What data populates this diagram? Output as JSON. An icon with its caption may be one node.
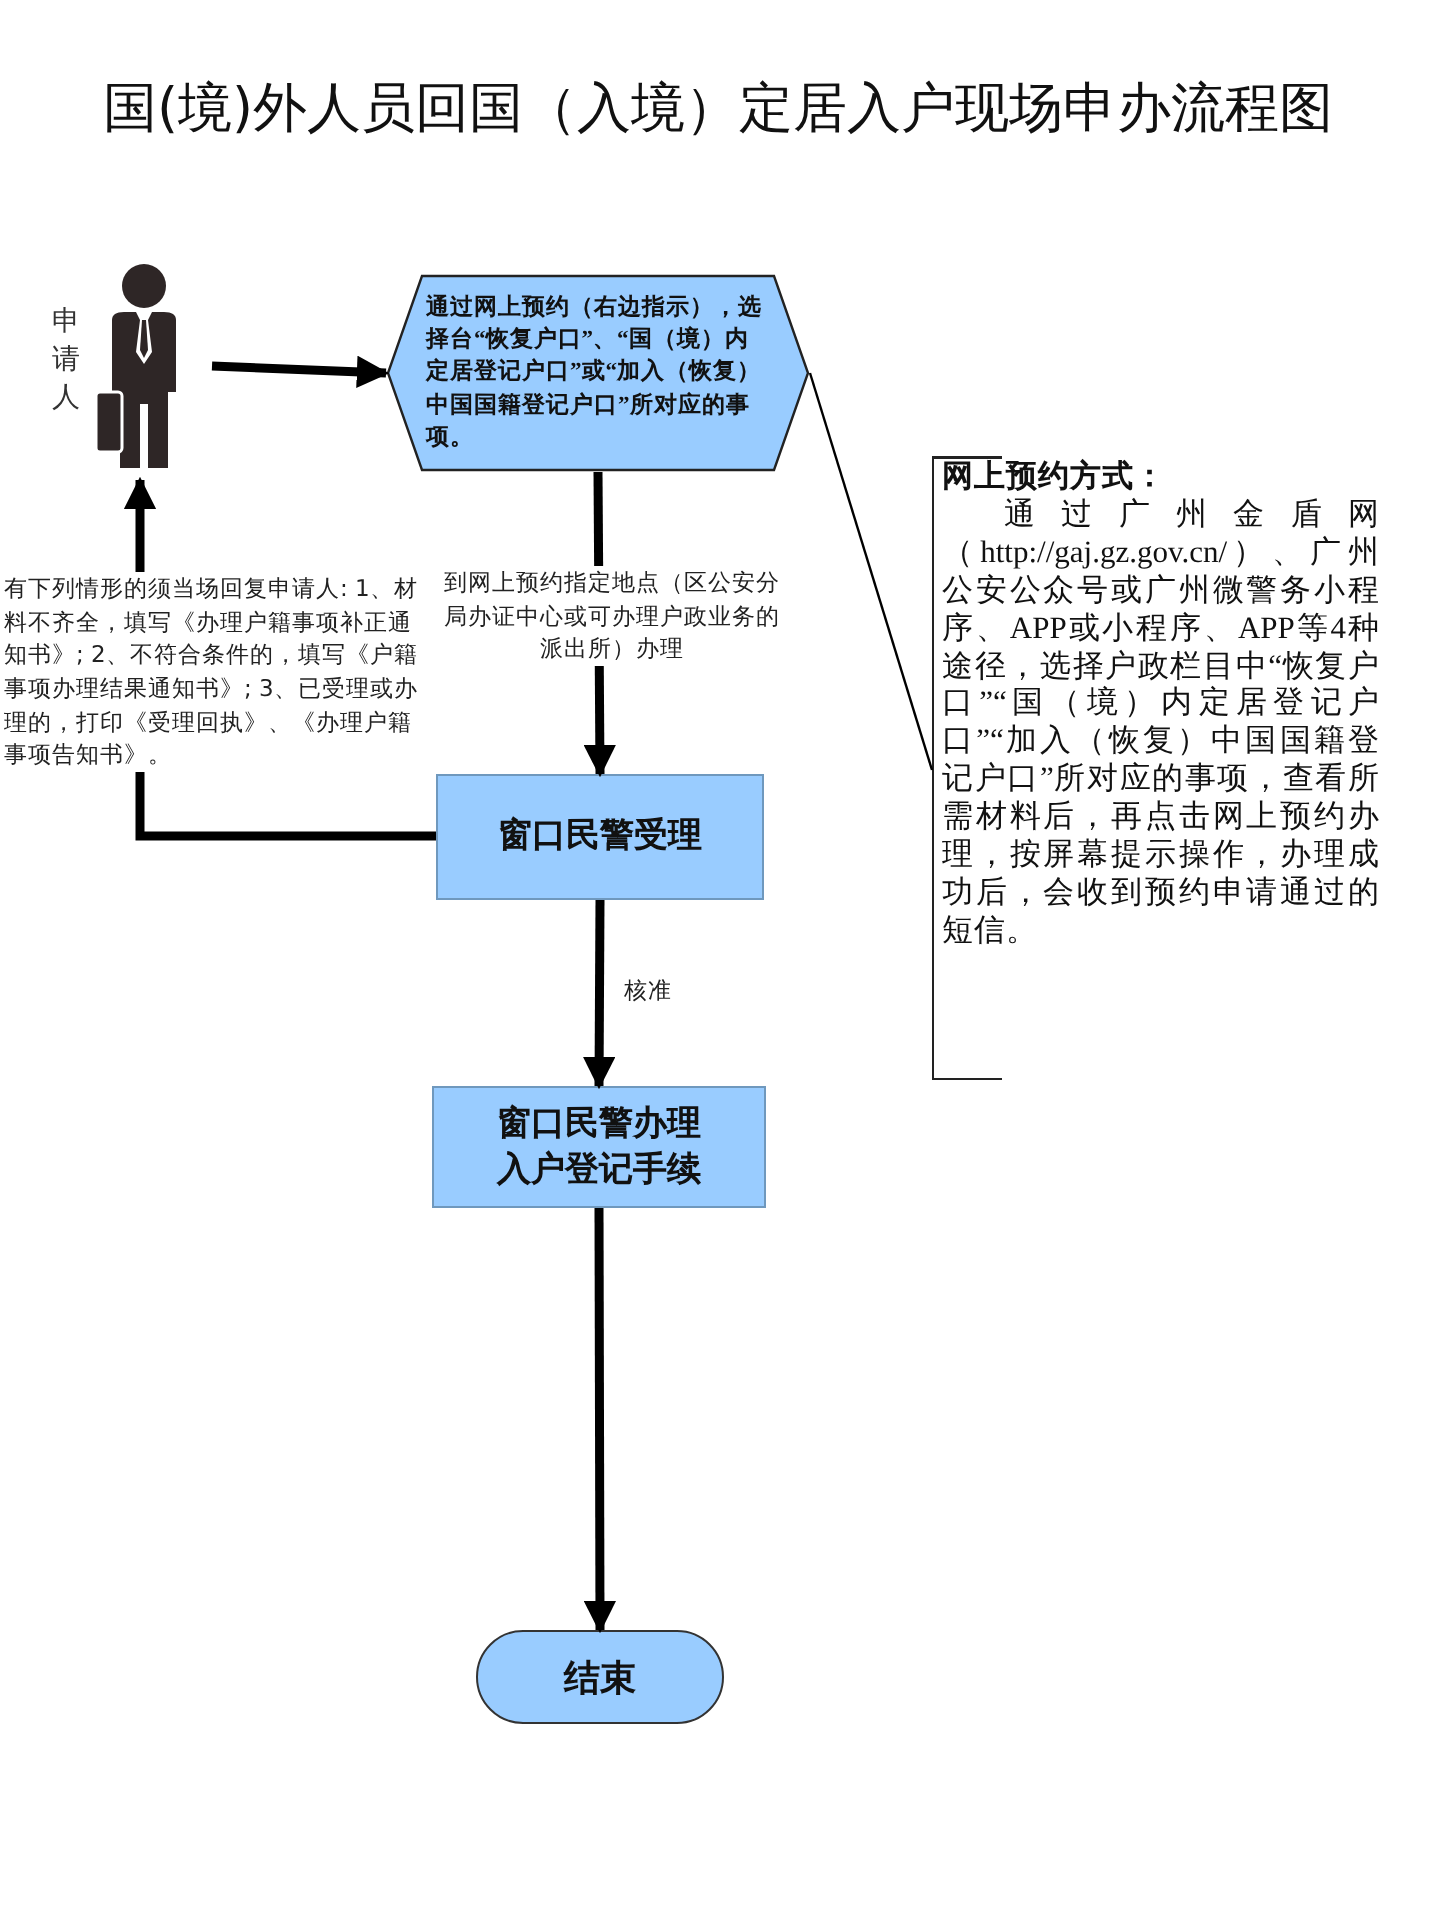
{
  "diagram": {
    "title": "国(境)外人员回国（入境）定居入户现场申办流程图",
    "nodes": [
      {
        "text": [],
        "shape": "person",
        "beside": [
          "申请人"
        ]
      },
      {
        "text": [
          "通过网上预约（右边指示），选择台“恢复户口”、“国（境）内定居登记户口”或“加入（恢复）中国国籍登记户口”所对应的事项。"
        ]
      },
      {
        "text": [
          "窗口民警受理"
        ]
      },
      {
        "text": [
          "窗口民警办理入户登记手续"
        ]
      },
      {
        "text": [
          "结束"
        ]
      },
      {
        "text": [
          "网上预约方式：",
          "通过广州金盾网（http://gaj.gz.gov.cn/）、广州公安公众号或广州微警务小程序、APP或小程序、APP等4种途径，选择户政栏目中“恢复户口”“国（境）内定居登记户口”“加入（恢复）中国国籍登记户口”所对应的事项，查看所需材料后，再点击网上预约办理，按屏幕提示操作，办理成功后，会收到预约申请通过的短信。"
        ]
      }
    ],
    "edges": [
      {
        "from": 0,
        "to": 1,
        "arrow": "to"
      },
      {
        "from": 1,
        "to": 2,
        "arrow": "to",
        "label": "到网上预约指定地点（区公安分局办证中心或可办理户政业务的派出所）办理"
      },
      {
        "from": 2,
        "to": 3,
        "arrow": "to",
        "label": "核准"
      },
      {
        "from": 3,
        "to": 4,
        "arrow": "to"
      },
      {
        "from": 2,
        "to": 0,
        "arrow": "to",
        "label": "有下列情形的须当场回复申请人: 1、材料不齐全，填写《办理户籍事项补正通知书》; 2、不符合条件的，填写《户籍事项办理结果通知书》; 3、已受理或办理的，打印《受理回执》、《办理户籍事项告知书》。"
      },
      {
        "from": 5,
        "to": 1,
        "arrow": "none"
      }
    ]
  }
}
